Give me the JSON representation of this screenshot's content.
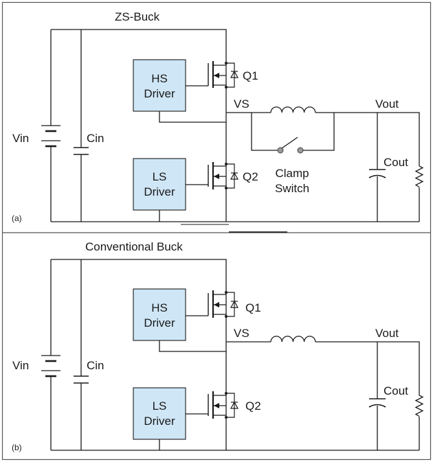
{
  "colors": {
    "driver_fill": "#cfe6f6",
    "wire": "#1a1a1a",
    "background": "#ffffff"
  },
  "panels": [
    {
      "title": "ZS-Buck",
      "tag": "(a)",
      "hs_driver": [
        "HS",
        "Driver"
      ],
      "ls_driver": [
        "LS",
        "Driver"
      ],
      "q1": "Q1",
      "q2": "Q2",
      "vs": "VS",
      "vout": "Vout",
      "vin": "Vin",
      "cin": "Cin",
      "cout": "Cout",
      "clamp_switch": [
        "Clamp",
        "Switch"
      ]
    },
    {
      "title": "Conventional Buck",
      "tag": "(b)",
      "hs_driver": [
        "HS",
        "Driver"
      ],
      "ls_driver": [
        "LS",
        "Driver"
      ],
      "q1": "Q1",
      "q2": "Q2",
      "vs": "VS",
      "vout": "Vout",
      "vin": "Vin",
      "cin": "Cin",
      "cout": "Cout"
    }
  ]
}
